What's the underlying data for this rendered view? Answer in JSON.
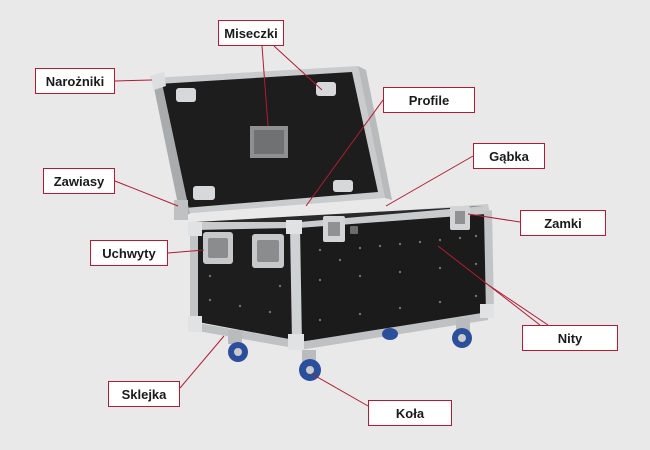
{
  "labels": {
    "miseczki": "Miseczki",
    "narozniki": "Narożniki",
    "profile": "Profile",
    "gabka": "Gąbka",
    "zawiasy": "Zawiasy",
    "zamki": "Zamki",
    "uchwyty": "Uchwyty",
    "nity": "Nity",
    "sklejka": "Sklejka",
    "kola": "Koła"
  },
  "colors": {
    "label_border": "#b01c34",
    "leader_line": "#b01c34",
    "background": "#e9e9e9",
    "case_body": "#1c1c1c",
    "aluminium": "#c9cbcd"
  }
}
